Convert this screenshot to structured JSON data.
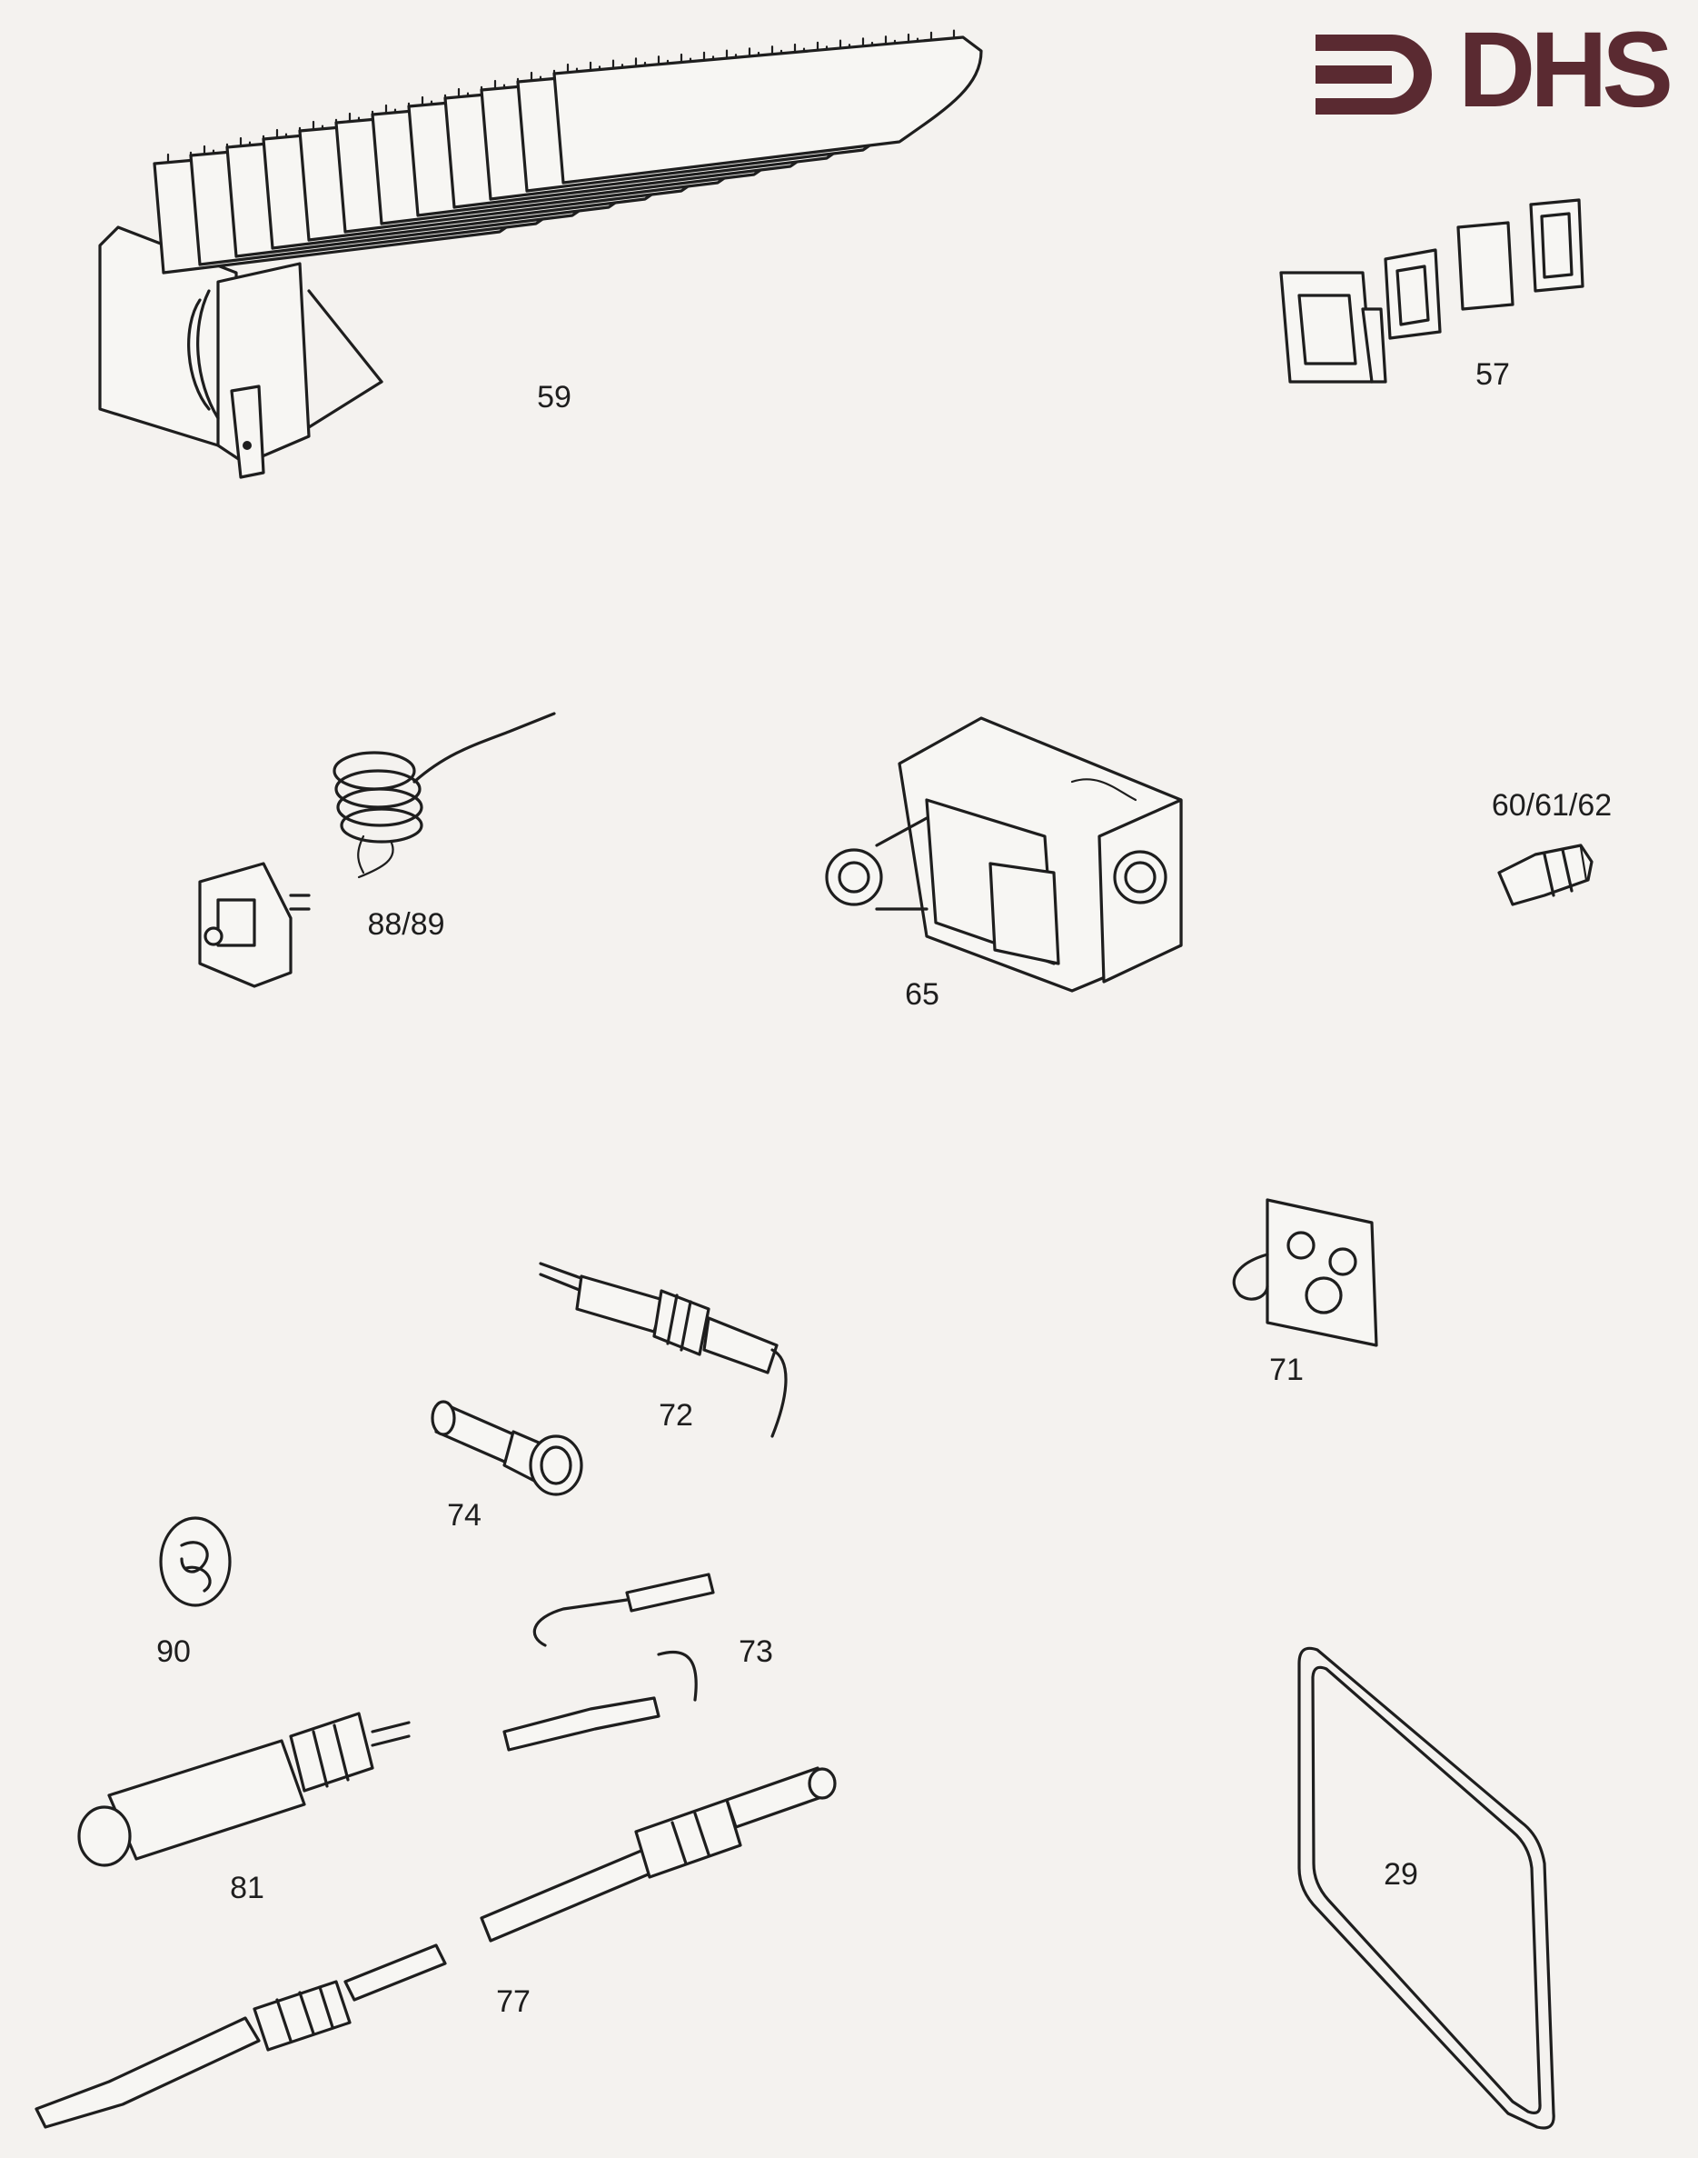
{
  "brand": {
    "name": "DHS",
    "color": "#5a2a31"
  },
  "parts": {
    "p59": "59",
    "p57": "57",
    "p8889": "88/89",
    "p65": "65",
    "p606162": "60/61/62",
    "p71": "71",
    "p72": "72",
    "p74": "74",
    "p90": "90",
    "p73": "73",
    "p81": "81",
    "p77": "77",
    "p29": "29"
  },
  "icons": {
    "logo": "dhs-logo-mark",
    "burner": "burner-assembly-icon",
    "gaskets": "gasket-set-icon",
    "thermostat": "thermostat-capillary-icon",
    "gas_valve": "gas-valve-icon",
    "injector": "injector-nozzle-icon",
    "plate": "mounting-plate-icon",
    "pilot": "pilot-burner-icon",
    "electrode": "electrode-icon",
    "grommet": "grommet-icon",
    "cable": "ignition-lead-icon",
    "thermocouple_short": "thermocouple-element-icon",
    "thermocouple": "thermocouple-icon",
    "seal": "door-seal-icon"
  }
}
